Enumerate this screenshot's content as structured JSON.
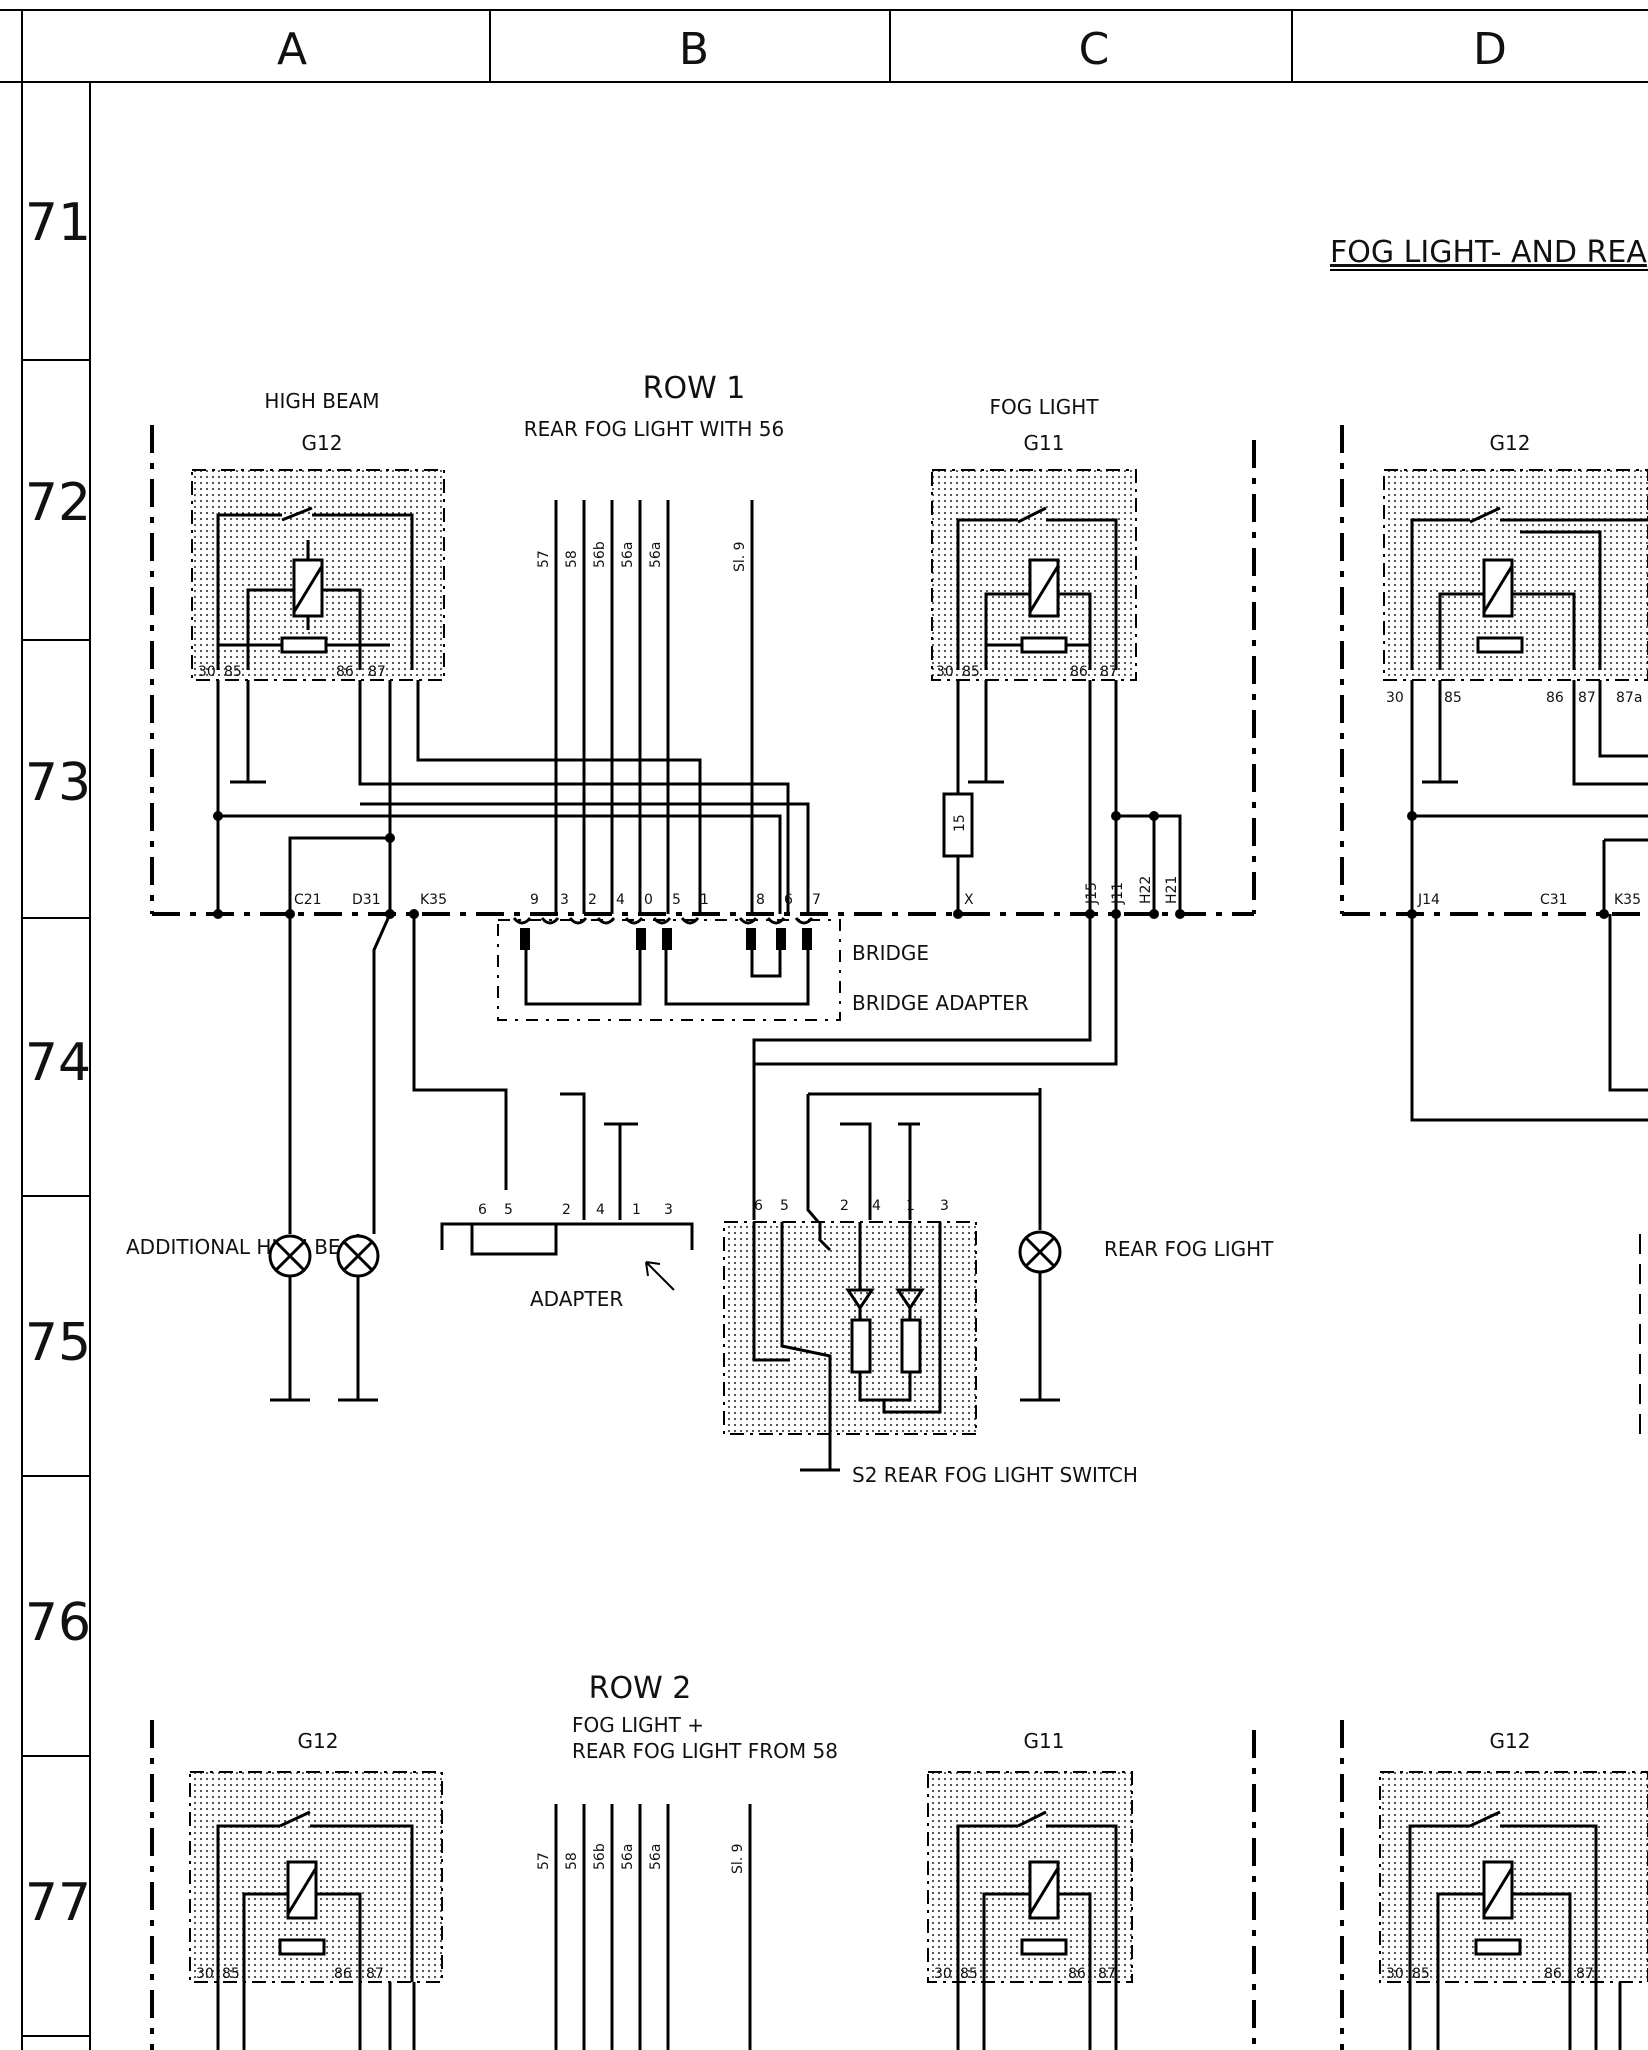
{
  "grid": {
    "columns": [
      "A",
      "B",
      "C",
      "D"
    ],
    "rows": [
      "71",
      "72",
      "73",
      "74",
      "75",
      "76",
      "77"
    ]
  },
  "header": {
    "title": "FOG LIGHT- AND REA"
  },
  "row1": {
    "heading": "ROW 1",
    "subheading": "REAR FOG LIGHT WITH 56",
    "relay_high_beam_label": "HIGH BEAM",
    "relay_high_beam_id": "G12",
    "relay_fog_label": "FOG LIGHT",
    "relay_fog_id": "G11",
    "relay_right_id": "G12",
    "relay_pins": [
      "30",
      "85",
      "86",
      "87"
    ],
    "relay_right_pins": [
      "30",
      "85",
      "86",
      "87",
      "87a"
    ],
    "terminals": [
      "57",
      "58",
      "56b",
      "56a",
      "56a",
      "Sl. 9"
    ],
    "fuse_label": "15",
    "connectors_left": [
      "C21",
      "D31",
      "K35"
    ],
    "bridge_pins": [
      "9",
      "3",
      "2",
      "4",
      "0",
      "5",
      "1",
      "8",
      "6",
      "7"
    ],
    "connector_x": "X",
    "connectors_right": [
      "J15",
      "J11",
      "H22",
      "H21"
    ],
    "connectors_far_right": [
      "J14",
      "C31",
      "K35"
    ],
    "bridge_label": "BRIDGE",
    "bridge_adapter_label": "BRIDGE ADAPTER",
    "adapter_label": "ADAPTER",
    "adapter_pins": [
      "6",
      "5",
      "2",
      "4",
      "1",
      "3"
    ],
    "switch_pins": [
      "6",
      "5",
      "2",
      "4",
      "1",
      "3"
    ],
    "additional_high_beam_label": "ADDITIONAL HIGH BEAM",
    "rear_fog_light_label": "REAR FOG LIGHT",
    "switch_label": "S2  REAR FOG LIGHT SWITCH"
  },
  "row2": {
    "heading": "ROW 2",
    "subheading_line1": "FOG LIGHT +",
    "subheading_line2": "REAR FOG LIGHT FROM 58",
    "relay_left_id": "G12",
    "relay_mid_id": "G11",
    "relay_right_id": "G12",
    "terminals": [
      "57",
      "58",
      "56b",
      "56a",
      "56a",
      "Sl. 9"
    ]
  }
}
